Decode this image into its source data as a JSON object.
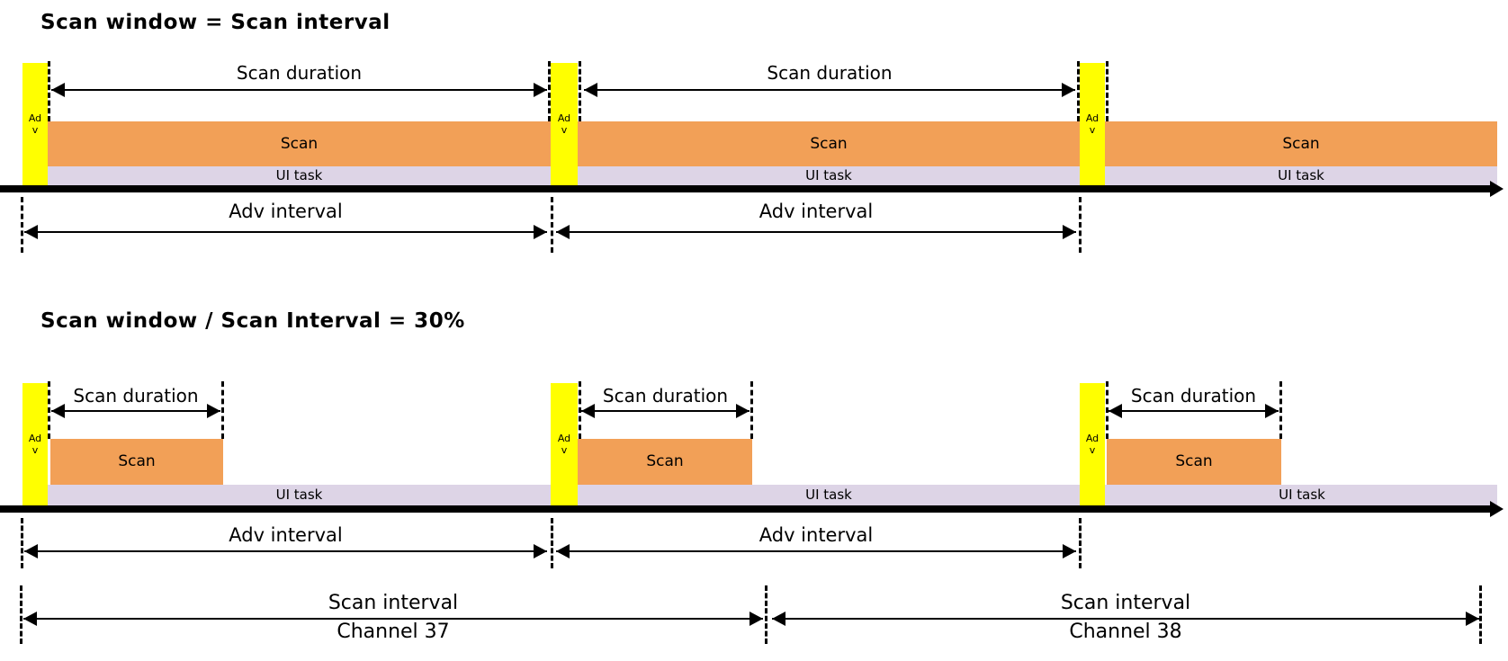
{
  "colors": {
    "adv_bar": "#FFFF00",
    "scan_bar": "#F2A057",
    "ui_task_bar": "#DDD4E6",
    "axis": "#000000"
  },
  "adv_bar_label": {
    "line1": "Ad",
    "line2": "v"
  },
  "diagram1": {
    "title": "Scan window = Scan interval",
    "scan_duration_labels": [
      "Scan duration",
      "Scan duration"
    ],
    "scan_labels": [
      "Scan",
      "Scan",
      "Scan"
    ],
    "ui_task_labels": [
      "UI task",
      "UI task",
      "UI task"
    ],
    "adv_interval_labels": [
      "Adv interval",
      "Adv interval"
    ]
  },
  "diagram2": {
    "title": "Scan window / Scan Interval = 30%",
    "scan_window_ratio": "30%",
    "scan_duration_labels": [
      "Scan duration",
      "Scan duration",
      "Scan duration"
    ],
    "scan_labels": [
      "Scan",
      "Scan",
      "Scan"
    ],
    "ui_task_labels": [
      "UI task",
      "UI task",
      "UI task"
    ],
    "adv_interval_labels": [
      "Adv interval",
      "Adv interval"
    ],
    "scan_intervals": [
      {
        "label": "Scan interval",
        "channel": "Channel 37"
      },
      {
        "label": "Scan interval",
        "channel": "Channel 38"
      }
    ]
  }
}
